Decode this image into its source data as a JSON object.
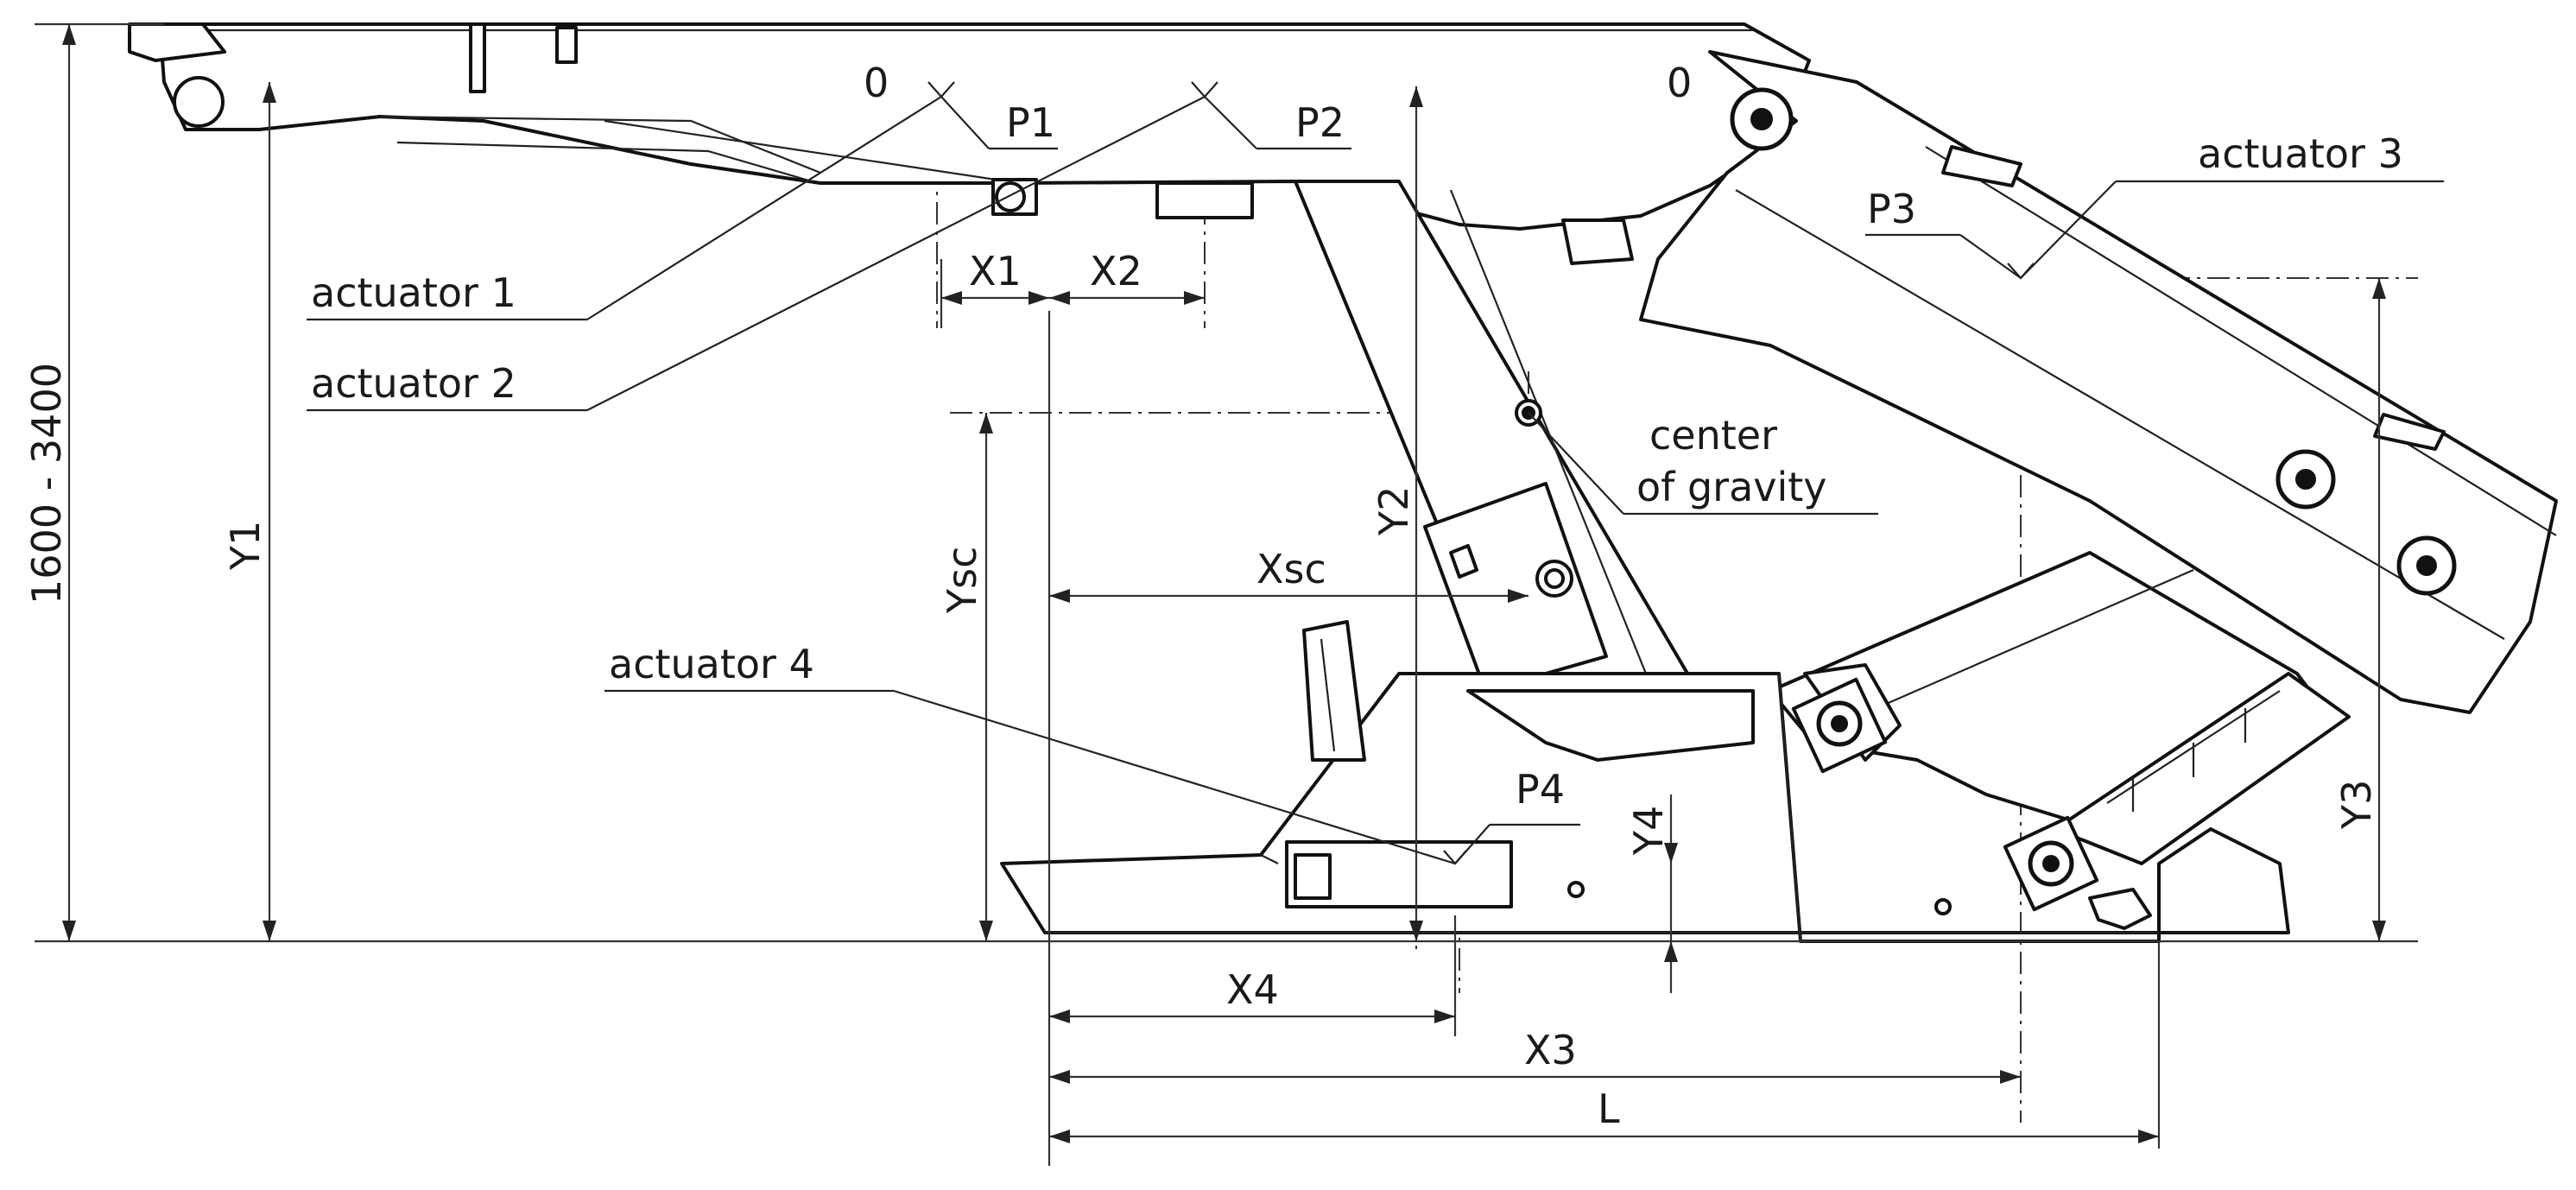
{
  "labels": {
    "height_range": "1600 - 3400",
    "actuator_1": "actuator 1",
    "actuator_2": "actuator 2",
    "actuator_3": "actuator 3",
    "actuator_4": "actuator 4",
    "cog_line1": "center",
    "cog_line2": "of gravity",
    "p1": "P1",
    "p2": "P2",
    "p3": "P3",
    "p4": "P4",
    "x1": "X1",
    "x2": "X2",
    "x3": "X3",
    "x4": "X4",
    "xsc": "Xsc",
    "ysc": "Ysc",
    "y1": "Y1",
    "y2": "Y2",
    "y3": "Y3",
    "y4": "Y4",
    "l": "L",
    "zero_a": "0",
    "zero_b": "0"
  }
}
